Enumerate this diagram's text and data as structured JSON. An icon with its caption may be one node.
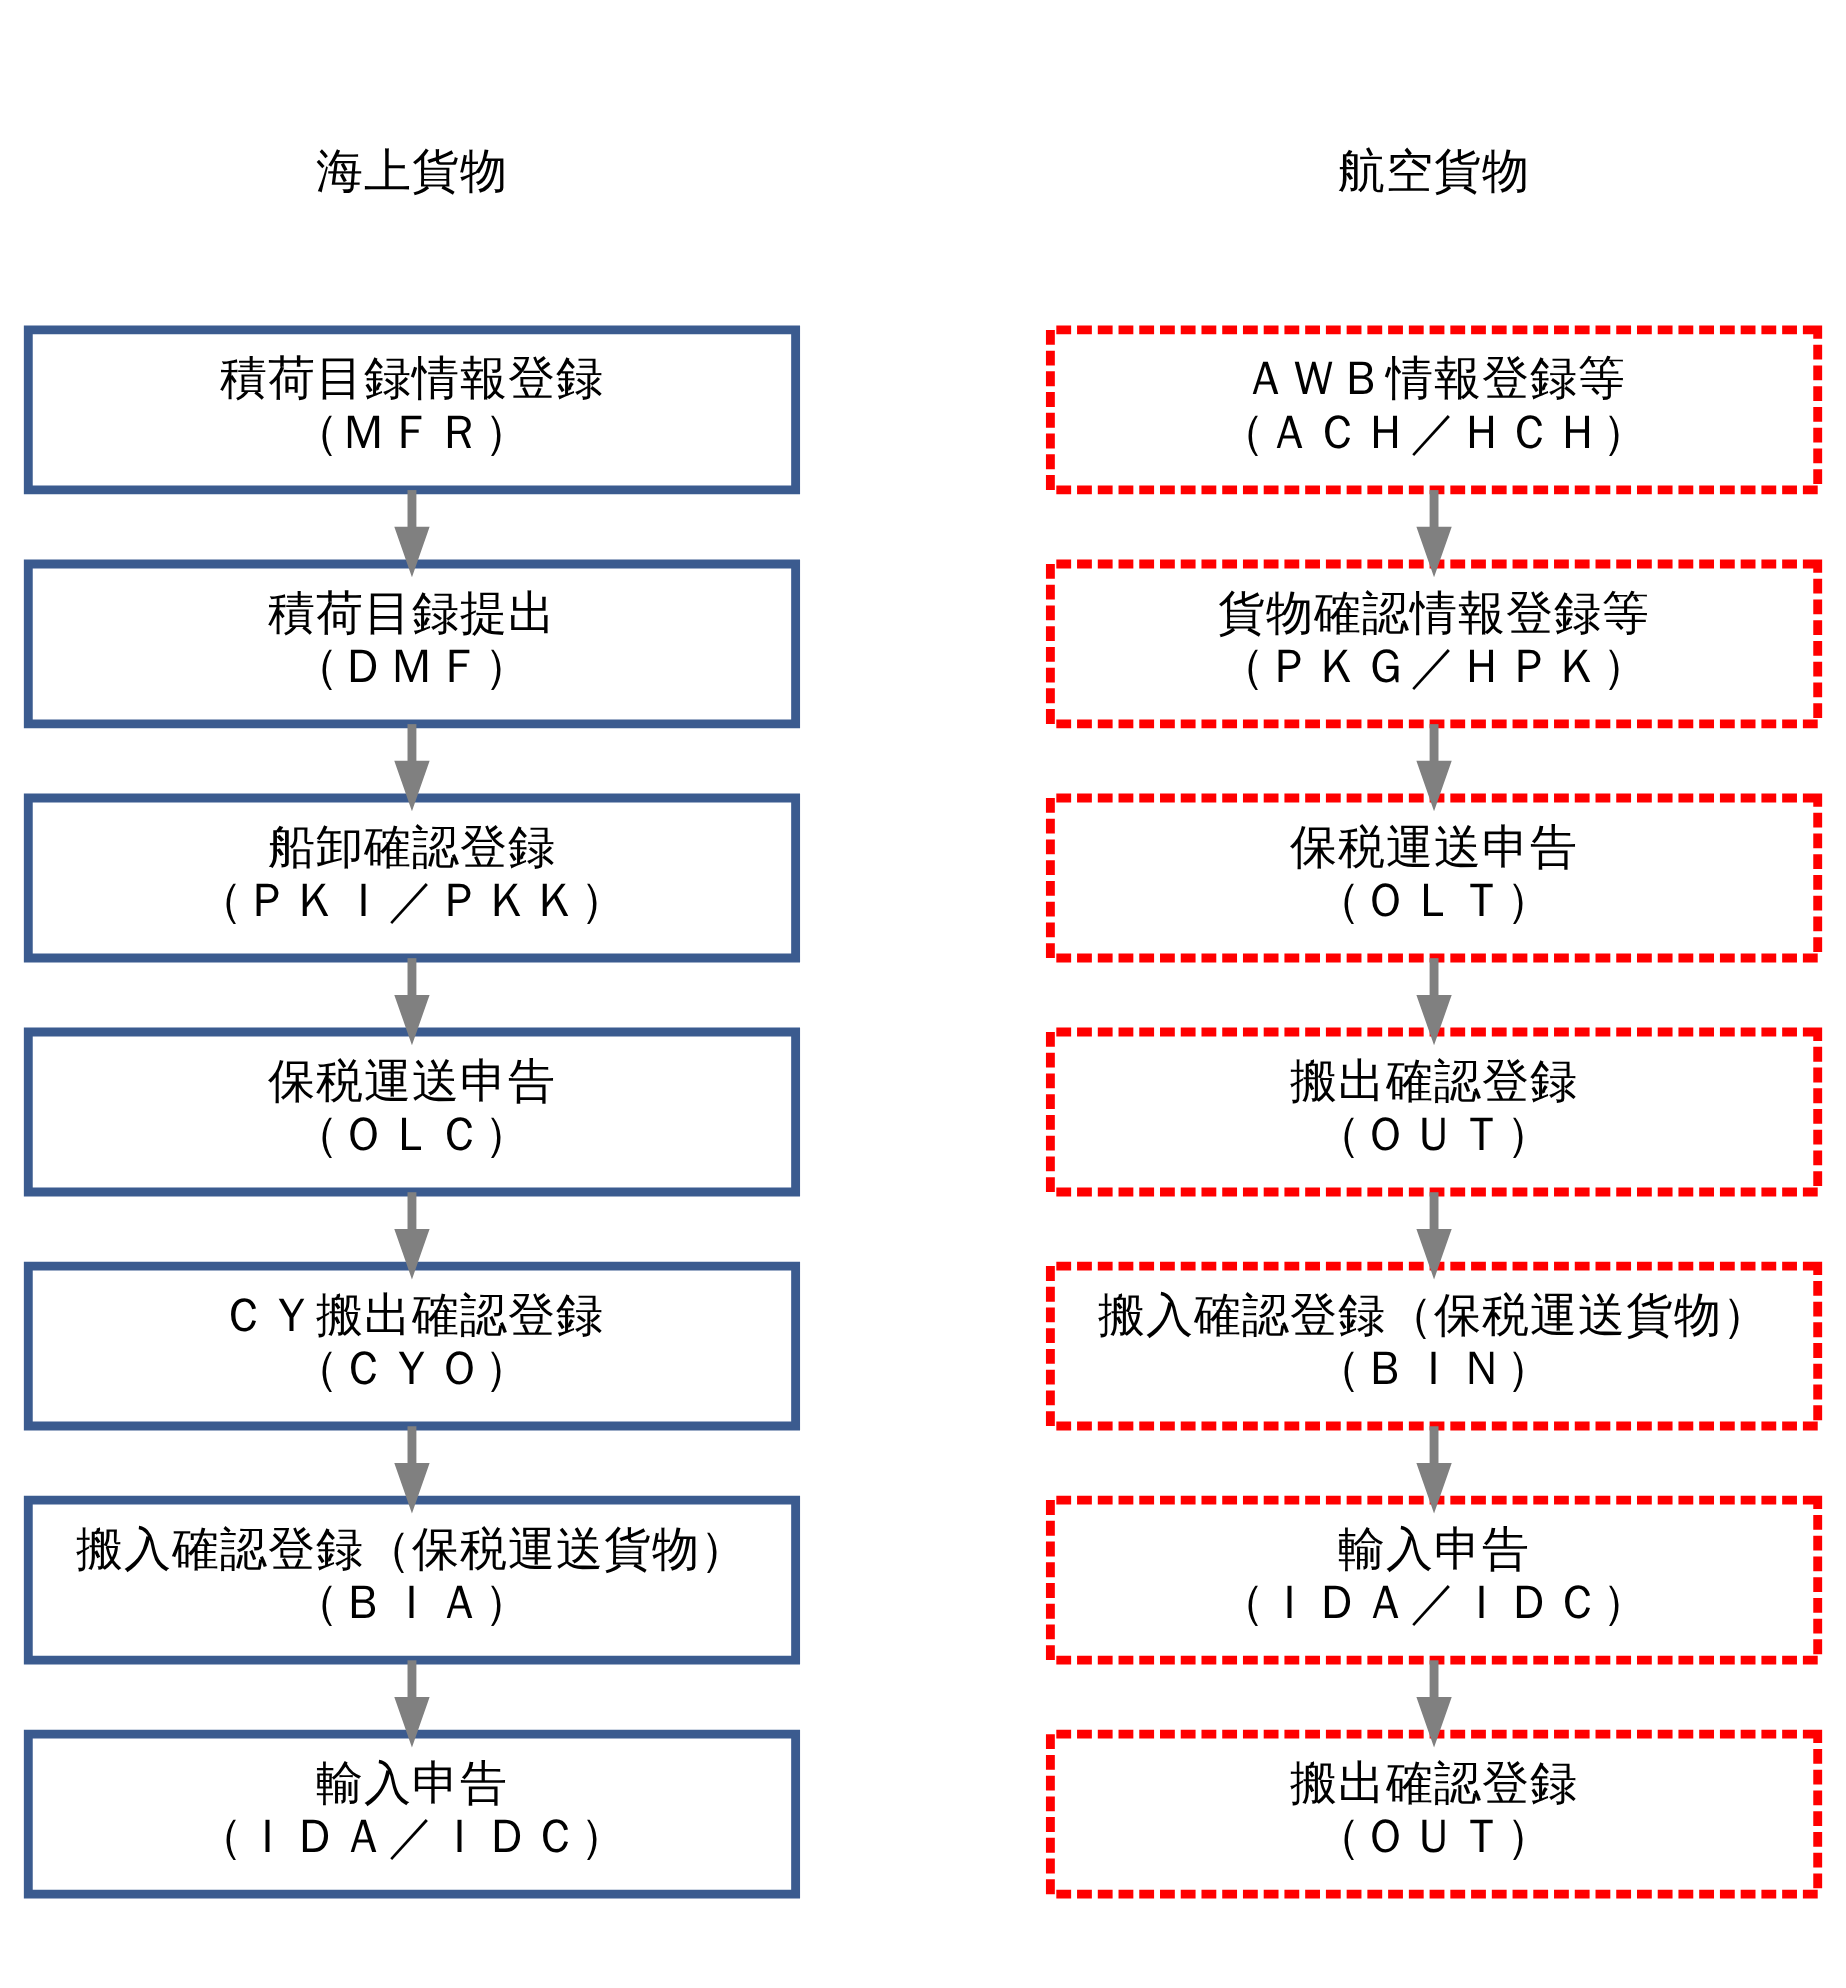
{
  "diagram": {
    "nodes": [
      {
        "text": [
          "積荷目録情報登録",
          "（ＭＦＲ）"
        ]
      },
      {
        "text": [
          "積荷目録提出",
          "（ＤＭＦ）"
        ]
      },
      {
        "text": [
          "船卸確認登録",
          "（ＰＫＩ／ＰＫＫ）"
        ]
      },
      {
        "text": [
          "保税運送申告",
          "（ＯＬＣ）"
        ]
      },
      {
        "text": [
          "ＣＹ搬出確認登録",
          "（ＣＹＯ）"
        ]
      },
      {
        "text": [
          "搬入確認登録（保税運送貨物）",
          "（ＢＩＡ）"
        ]
      },
      {
        "text": [
          "輸入申告",
          "（ＩＤＡ／ＩＤＣ）"
        ]
      },
      {
        "text": [
          "ＡＷＢ情報登録等",
          "（ＡＣＨ／ＨＣＨ）"
        ]
      },
      {
        "text": [
          "貨物確認情報登録等",
          "（ＰＫＧ／ＨＰＫ）"
        ]
      },
      {
        "text": [
          "保税運送申告",
          "（ＯＬＴ）"
        ]
      },
      {
        "text": [
          "搬出確認登録",
          "（ＯＵＴ）"
        ]
      },
      {
        "text": [
          "搬入確認登録（保税運送貨物）",
          "（ＢＩＮ）"
        ]
      },
      {
        "text": [
          "輸入申告",
          "（ＩＤＡ／ＩＤＣ）"
        ]
      },
      {
        "text": [
          "搬出確認登録",
          "（ＯＵＴ）"
        ]
      }
    ],
    "edges": [
      {
        "from": 0,
        "to": 1,
        "arrow": "to"
      },
      {
        "from": 1,
        "to": 2,
        "arrow": "to"
      },
      {
        "from": 2,
        "to": 3,
        "arrow": "to"
      },
      {
        "from": 3,
        "to": 4,
        "arrow": "to"
      },
      {
        "from": 4,
        "to": 5,
        "arrow": "to"
      },
      {
        "from": 5,
        "to": 6,
        "arrow": "to"
      },
      {
        "from": 7,
        "to": 8,
        "arrow": "to"
      },
      {
        "from": 8,
        "to": 9,
        "arrow": "to"
      },
      {
        "from": 9,
        "to": 10,
        "arrow": "to"
      },
      {
        "from": 10,
        "to": 11,
        "arrow": "to"
      },
      {
        "from": 11,
        "to": 12,
        "arrow": "to"
      },
      {
        "from": 12,
        "to": 13,
        "arrow": "to"
      }
    ],
    "labels": [
      "海上貨物",
      "航空貨物"
    ]
  }
}
